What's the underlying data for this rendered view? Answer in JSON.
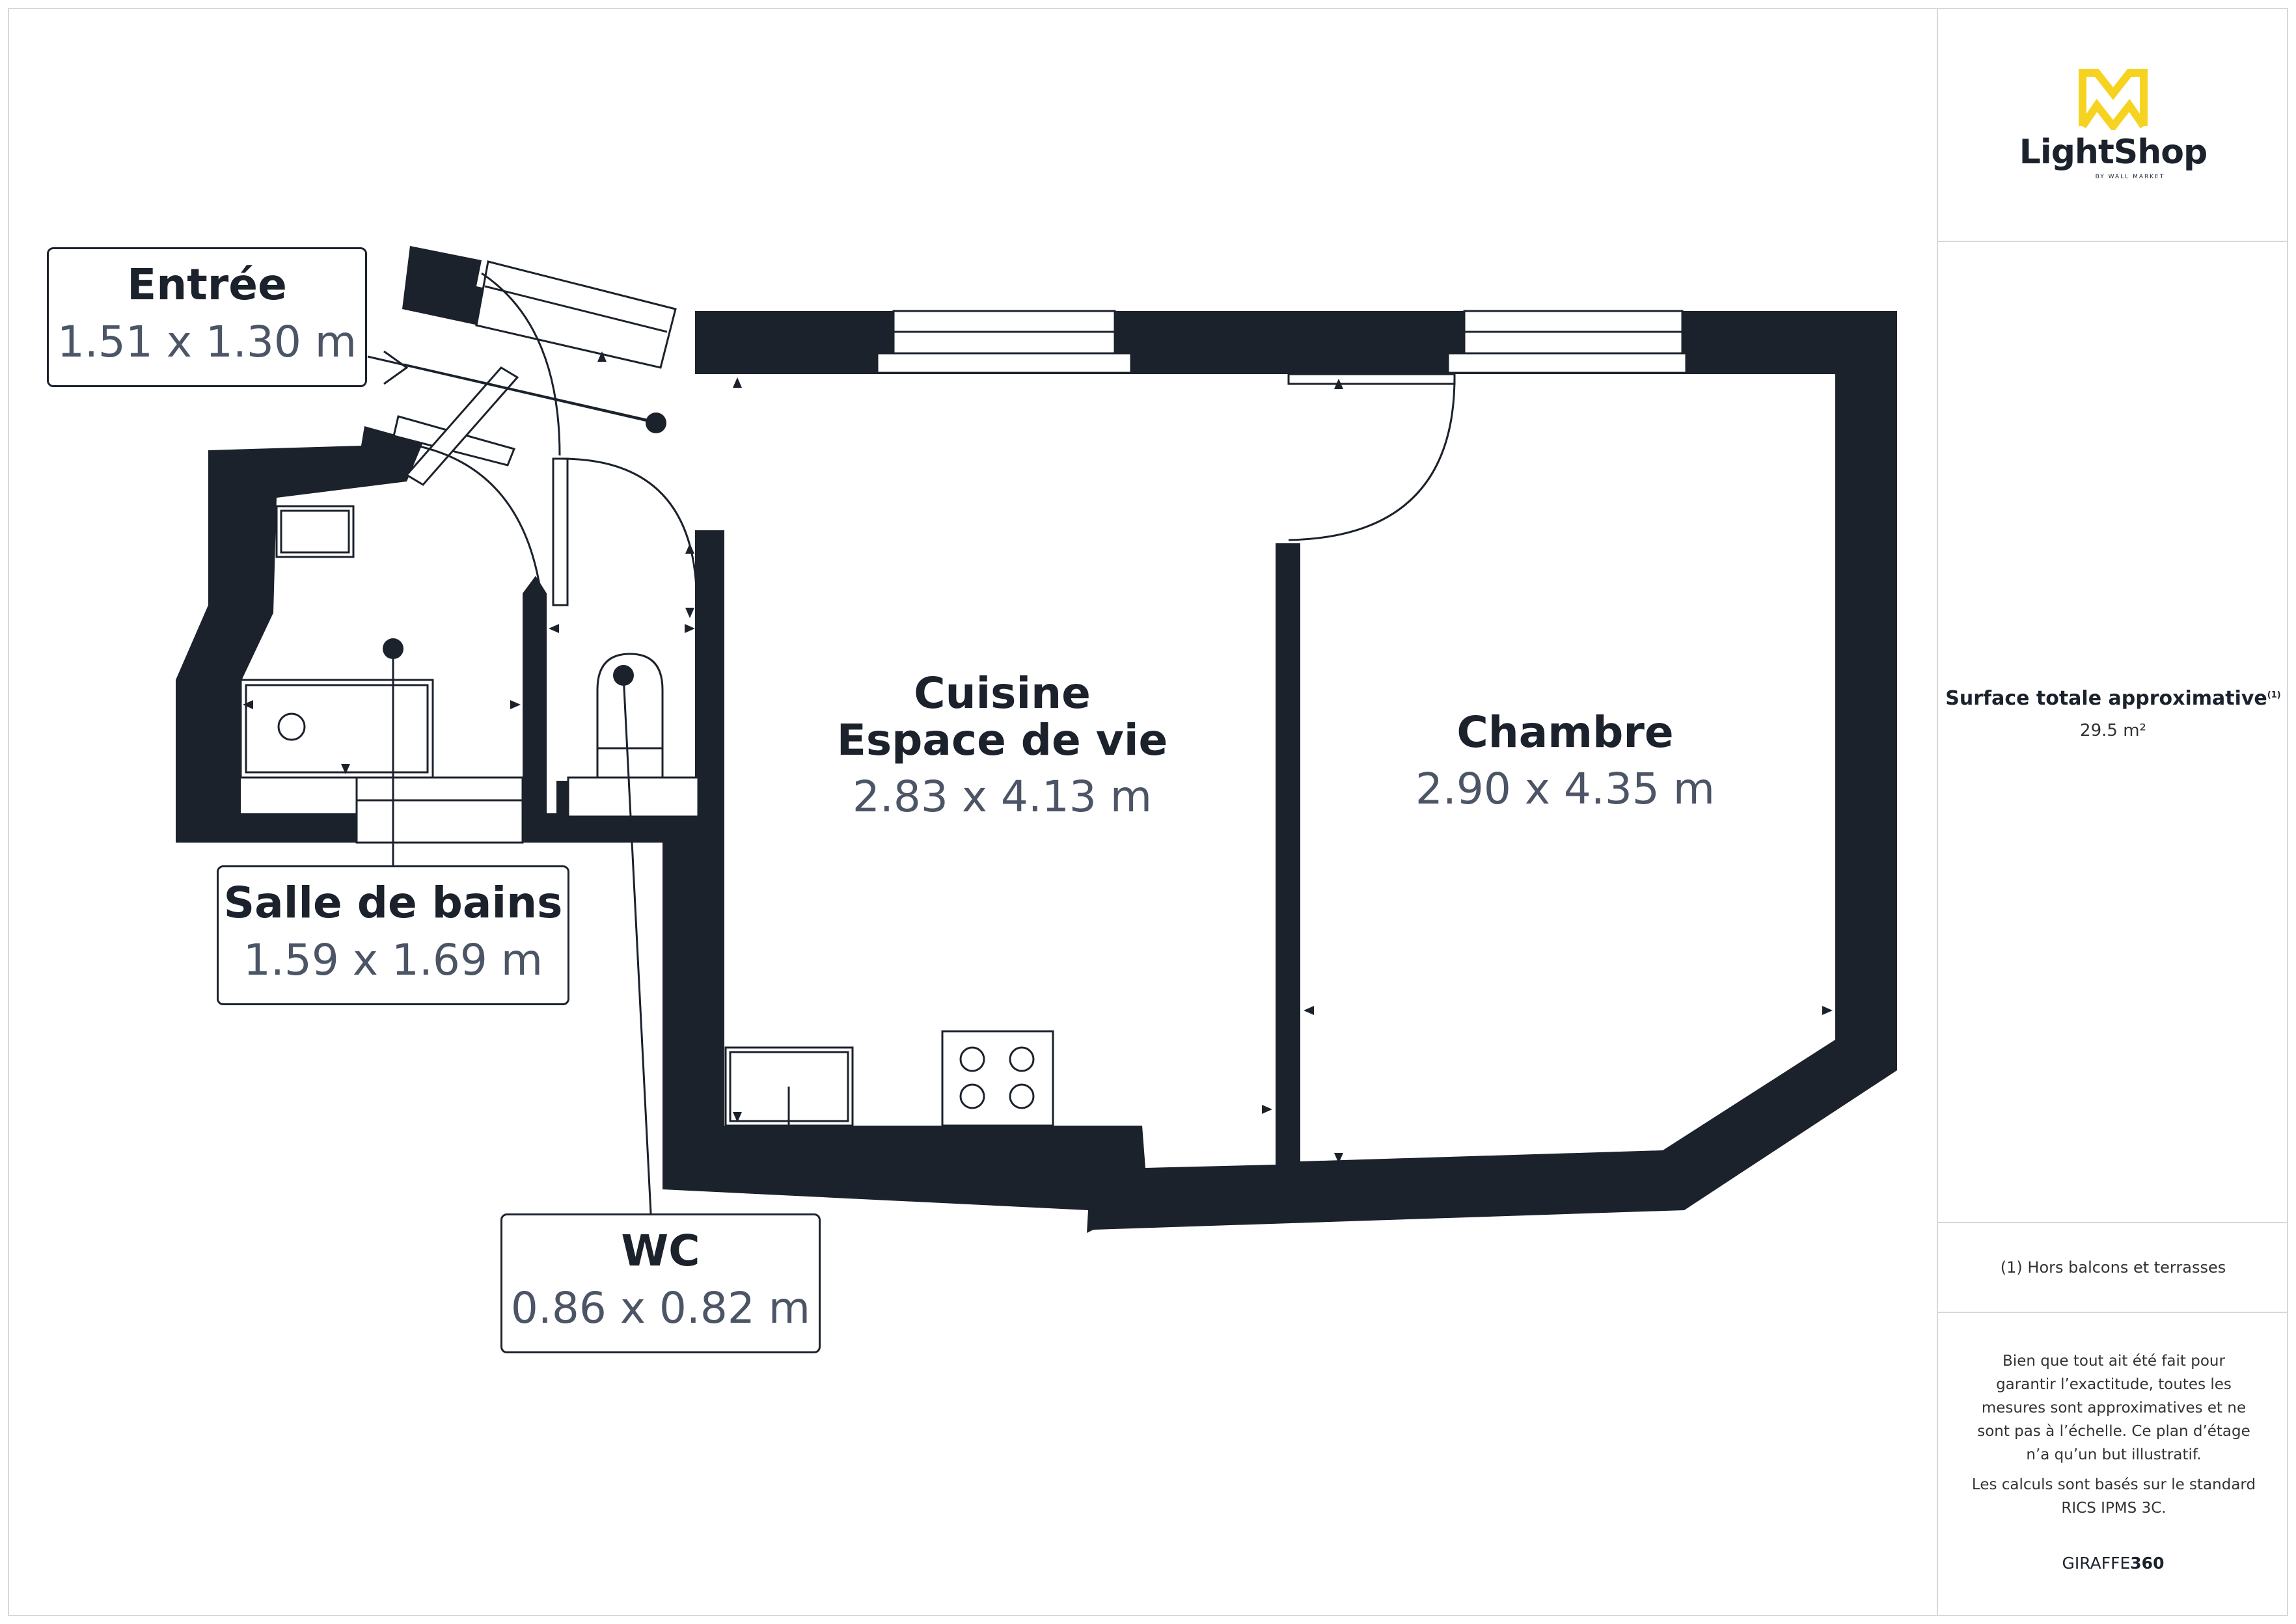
{
  "brand": {
    "logo_name": "LightShop",
    "logo_sub": "BY WALL MARKET",
    "accent_color": "#f7d321",
    "wall_color": "#1b222c"
  },
  "rooms": {
    "entree": {
      "name": "Entrée",
      "dims": "1.51 x 1.30 m"
    },
    "sdb": {
      "name": "Salle de bains",
      "dims": "1.59 x 1.69 m"
    },
    "wc": {
      "name": "WC",
      "dims": "0.86 x 0.82 m"
    },
    "cuisine": {
      "name_line1": "Cuisine",
      "name_line2": "Espace de vie",
      "dims": "2.83 x 4.13 m"
    },
    "chambre": {
      "name": "Chambre",
      "dims": "2.90 x 4.35 m"
    }
  },
  "sidebar": {
    "area_title": "Surface totale approximative",
    "area_title_sup": "(1)",
    "area_value": "29.5 m²",
    "note": "(1) Hors balcons et terrasses",
    "disclaimer": "Bien que tout ait été fait pour garantir l’exactitude, toutes les mesures sont approximatives et ne sont pas à l’échelle. Ce plan d’étage n’a qu’un but illustratif.",
    "calc_note": "Les calculs sont basés sur le standard RICS IPMS 3C.",
    "credit_a": "GIRAFFE",
    "credit_b": "360"
  }
}
